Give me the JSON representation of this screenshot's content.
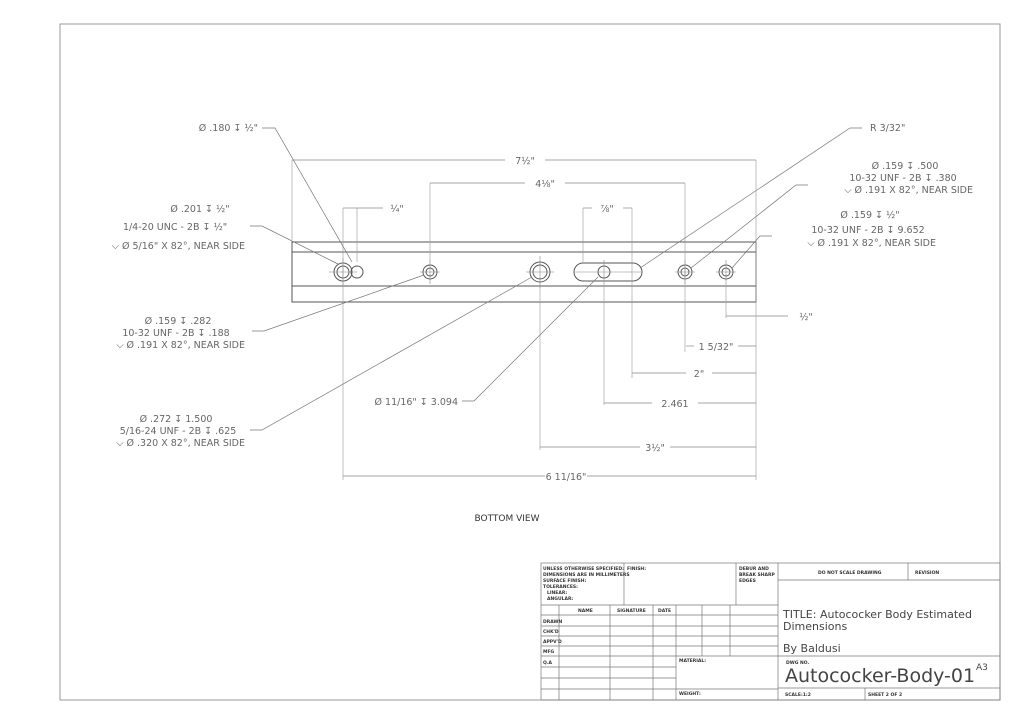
{
  "view_label": "BOTTOM VIEW",
  "dimensions": {
    "d_7_5": "7½\"",
    "d_4_125": "4⅛\"",
    "d_0_875": "⅞\"",
    "d_0_25": "¼\"",
    "d_0_5": "½\"",
    "d_1_5_32": "1 5/32\"",
    "d_2": "2\"",
    "d_2_461": "2.461",
    "d_3_5": "3½\"",
    "d_6_11_16": "6 11/16\"",
    "radius": "R 3/32\""
  },
  "callouts": {
    "c1": [
      "Ø .180 ↧ ½\""
    ],
    "c2": [
      "Ø .201 ↧ ½\"",
      "1/4-20 UNC - 2B ↧ ½\"",
      "⌵ Ø 5/16\" X 82°, NEAR SIDE"
    ],
    "c3": [
      "Ø .159 ↧ .282",
      "10-32 UNF - 2B ↧ .188",
      "⌵ Ø .191 X 82°, NEAR SIDE"
    ],
    "c4": [
      "Ø .272 ↧ 1.500",
      "5/16-24 UNF - 2B ↧ .625",
      "⌵ Ø .320 X 82°, NEAR SIDE"
    ],
    "c5": [
      "Ø 11/16\" ↧ 3.094"
    ],
    "c6": [
      "Ø .159 ↧ .500",
      "10-32 UNF - 2B ↧ .380",
      "⌵ Ø .191 X 82°, NEAR SIDE"
    ],
    "c7": [
      "Ø .159 ↧ ½\"",
      "10-32 UNF - 2B ↧ 9.652",
      "⌵ Ø .191 X 82°, NEAR SIDE"
    ]
  },
  "title_block": {
    "unless_lines": [
      "UNLESS OTHERWISE SPECIFIED:",
      "DIMENSIONS ARE IN MILLIMETERS",
      "SURFACE FINISH:",
      "TOLERANCES:",
      "LINEAR:",
      "ANGULAR:"
    ],
    "finish": "FINISH:",
    "deburr": [
      "DEBUR AND",
      "BREAK SHARP",
      "EDGES"
    ],
    "do_not_scale": "DO NOT SCALE DRAWING",
    "revision": "REVISION",
    "col_name": "NAME",
    "col_signature": "SIGNATURE",
    "col_date": "DATE",
    "rows": [
      "DRAWN",
      "CHK'D",
      "APPV'D",
      "MFG",
      "Q.A"
    ],
    "material": "MATERIAL:",
    "weight": "WEIGHT:",
    "title_line1": "TITLE: Autococker Body Estimated",
    "title_line2": "Dimensions",
    "author": "By Baldusi",
    "dwg_no_label": "DWG NO.",
    "dwg_no": "Autococker-Body-01",
    "size": "A3",
    "scale": "SCALE:1:2",
    "sheet": "SHEET 2 OF 2"
  }
}
